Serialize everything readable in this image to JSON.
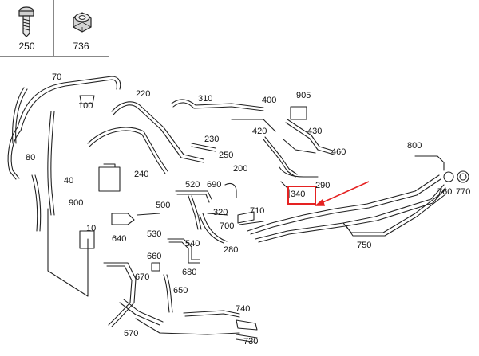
{
  "diagram": {
    "part_table": [
      {
        "number": "250",
        "icon": "screw-icon"
      },
      {
        "number": "736",
        "icon": "nut-icon"
      }
    ],
    "callouts": [
      "70",
      "220",
      "310",
      "400",
      "905",
      "420",
      "430",
      "460",
      "100",
      "80",
      "230",
      "250",
      "200",
      "800",
      "760",
      "770",
      "290",
      "340",
      "40",
      "240",
      "520",
      "690",
      "900",
      "500",
      "320",
      "710",
      "10",
      "530",
      "700",
      "750",
      "640",
      "540",
      "280",
      "660",
      "680",
      "670",
      "650",
      "740",
      "570",
      "730"
    ],
    "highlight": {
      "label": "340",
      "color": "#e52222"
    }
  }
}
